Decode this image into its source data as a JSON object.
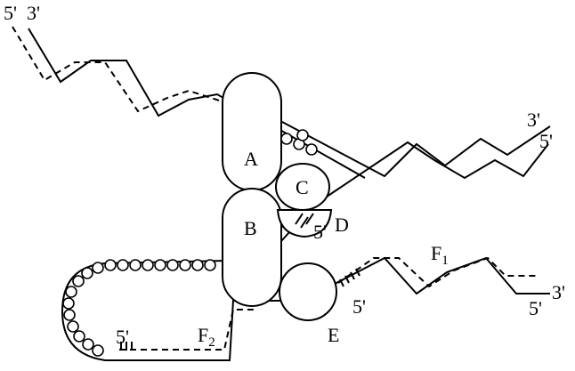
{
  "labels": {
    "left_five_prime": "5'",
    "left_three_prime": "3'",
    "right_top_three_prime": "3'",
    "right_top_five_prime": "5'",
    "right_bottom_five_prime": "5'",
    "right_bottom_three_prime": "3'",
    "protein_a": "A",
    "protein_b": "B",
    "protein_c": "C",
    "protein_d": "D",
    "protein_e": "E",
    "d_five_prime": "5'",
    "e_five_prime": "5'",
    "f2_five_prime": "5'",
    "f1_main": "F",
    "f1_sub": "1",
    "f2_main": "F",
    "f2_sub": "2"
  }
}
